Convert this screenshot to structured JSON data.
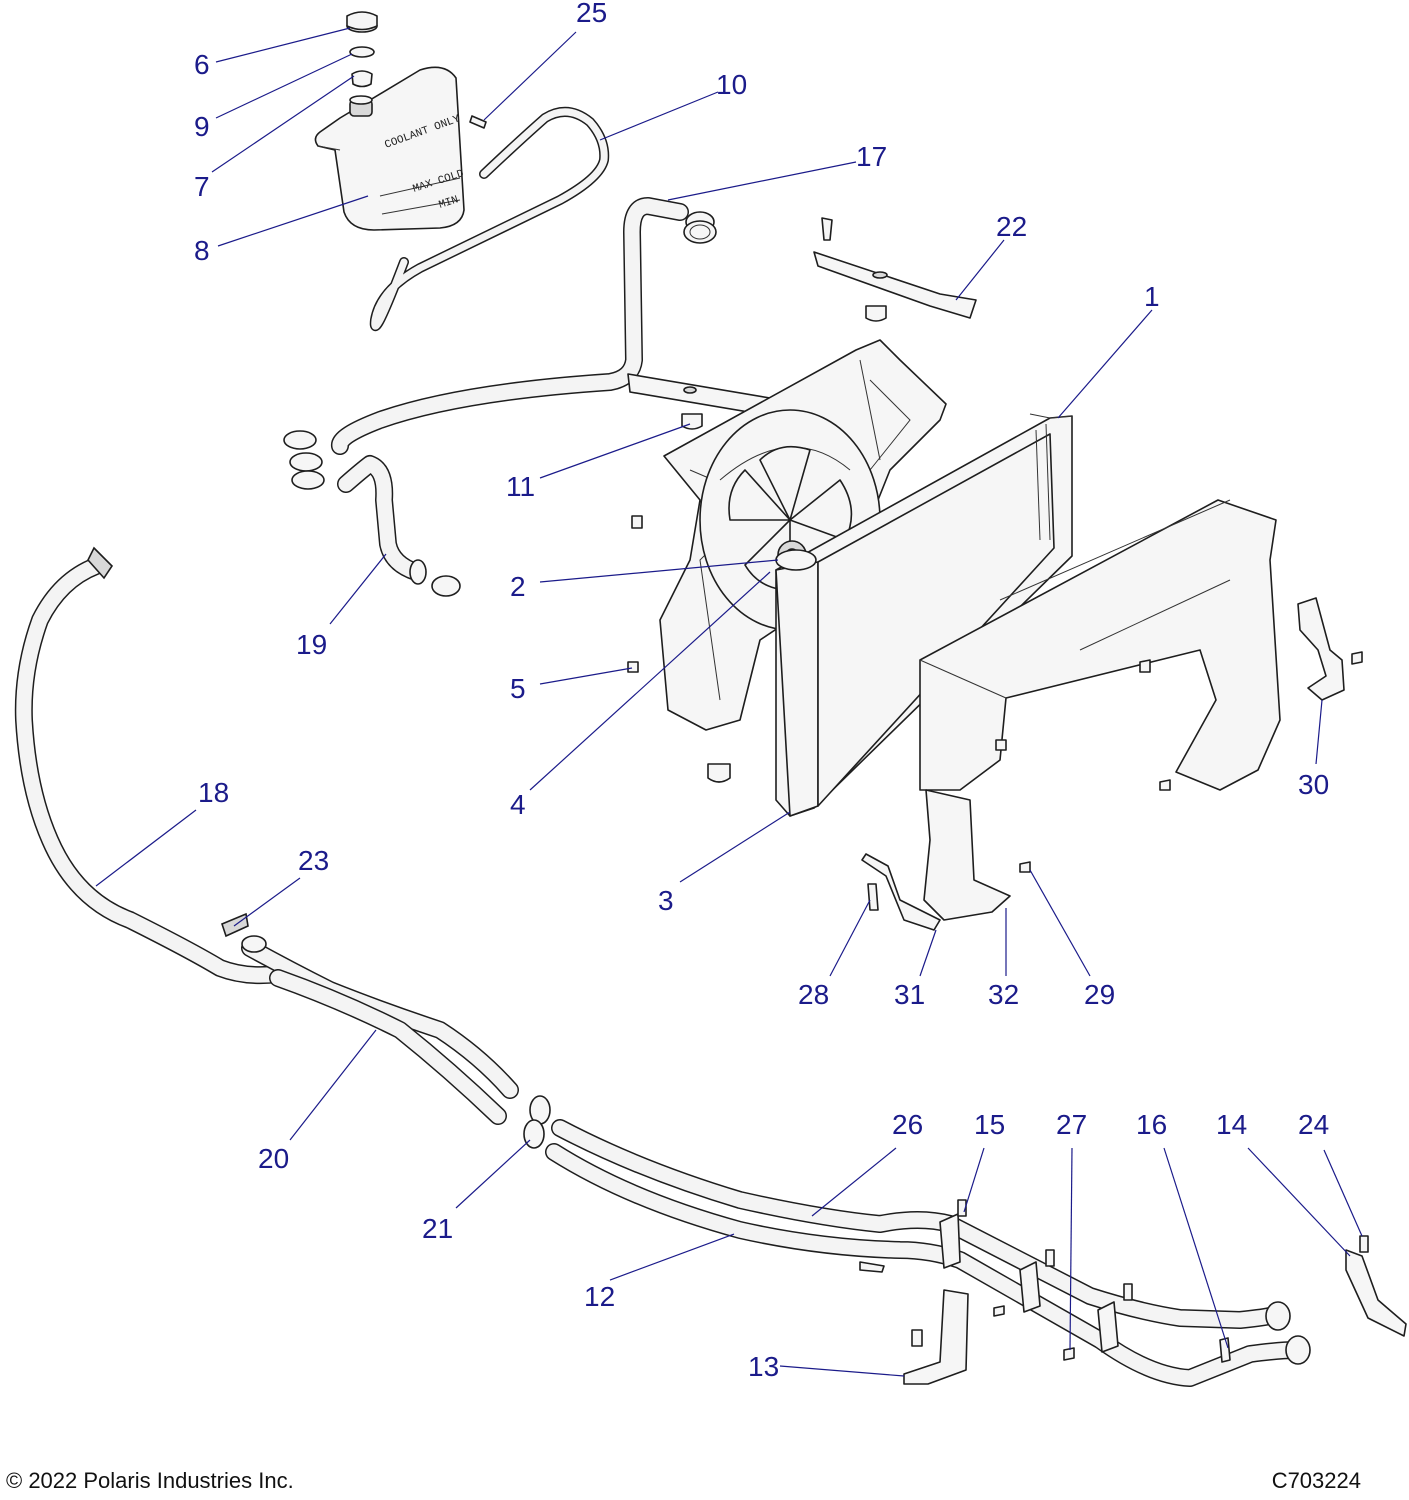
{
  "tank_labels": {
    "coolant_only": "COOLANT ONLY",
    "max_cold": "MAX COLD",
    "min": "MIN"
  },
  "callouts": {
    "c1": "1",
    "c2": "2",
    "c3": "3",
    "c4": "4",
    "c5": "5",
    "c6": "6",
    "c7": "7",
    "c8": "8",
    "c9": "9",
    "c10": "10",
    "c11": "11",
    "c12": "12",
    "c13": "13",
    "c14": "14",
    "c15": "15",
    "c16": "16",
    "c17": "17",
    "c18": "18",
    "c19": "19",
    "c20": "20",
    "c21": "21",
    "c22": "22",
    "c23": "23",
    "c24": "24",
    "c25": "25",
    "c26": "26",
    "c27": "27",
    "c28": "28",
    "c29": "29",
    "c30": "30",
    "c31": "31",
    "c32": "32"
  },
  "footer": {
    "copyright": "© 2022 Polaris Industries Inc.",
    "drawing_number": "C703224"
  }
}
